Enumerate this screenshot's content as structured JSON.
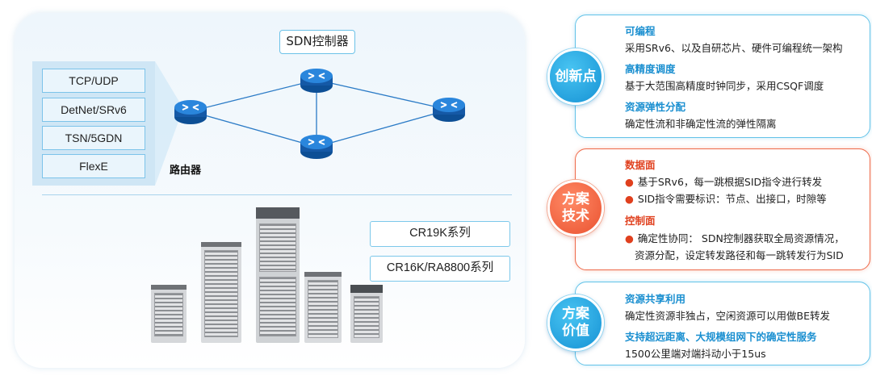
{
  "network": {
    "controller": "SDN控制器",
    "router_label": "路由器",
    "protocols": [
      "TCP/UDP",
      "DetNet/SRv6",
      "TSN/5GDN",
      "FlexE"
    ],
    "router_icon": "router-icon"
  },
  "products": {
    "series": [
      "CR19K系列",
      "CR16K/RA8800系列"
    ]
  },
  "cards": {
    "innovation": {
      "badge": "创新点",
      "items": [
        {
          "title": "可编程",
          "text": "采用SRv6、以及自研芯片、硬件可编程统一架构"
        },
        {
          "title": "高精度调度",
          "text": "基于大范围高精度时钟同步，采用CSQF调度"
        },
        {
          "title": "资源弹性分配",
          "text": "确定性流和非确定性流的弹性隔离"
        }
      ]
    },
    "tech": {
      "badge_line1": "方案",
      "badge_line2": "技术",
      "data_plane_title": "数据面",
      "data_plane_items": [
        "基于SRv6，每一跳根据SID指令进行转发",
        "SID指令需要标识：节点、出接口，时隙等"
      ],
      "control_plane_title": "控制面",
      "control_plane_item_line1": "确定性协同： SDN控制器获取全局资源情况，",
      "control_plane_item_line2": "资源分配，设定转发路径和每一跳转发行为SID"
    },
    "value": {
      "badge_line1": "方案",
      "badge_line2": "价值",
      "items": [
        {
          "title": "资源共享利用",
          "text": "确定性资源非独占，空闲资源可以用做BE转发"
        },
        {
          "title": "支持超远距离、大规模组网下的确定性服务",
          "text": "1500公里端对端抖动小于15us"
        }
      ]
    }
  },
  "colors": {
    "accent_blue": "#1a8fd0",
    "accent_red": "#e0401e",
    "router_blue": "#1f6fc0"
  }
}
